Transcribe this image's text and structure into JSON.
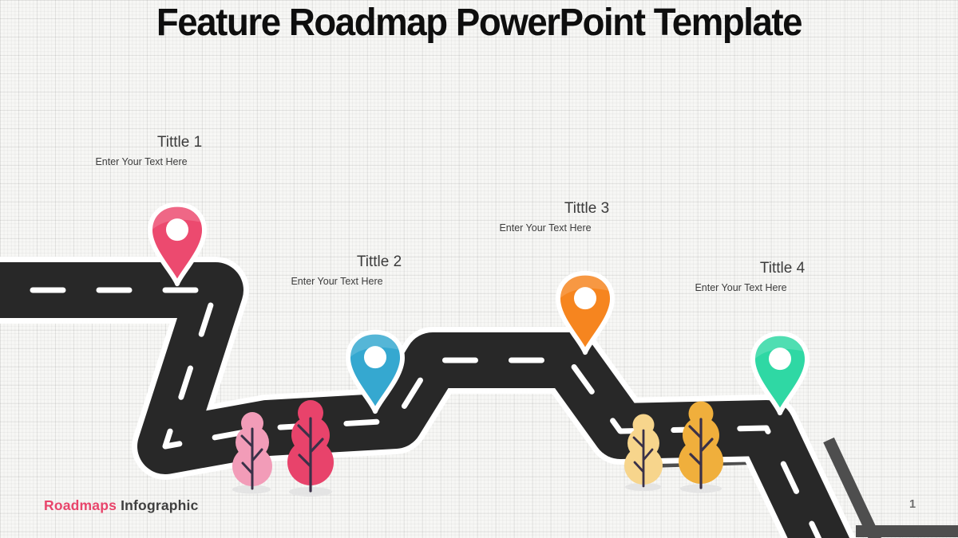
{
  "slide": {
    "title": "Feature Roadmap PowerPoint Template",
    "page_number": "1"
  },
  "brand": {
    "name_primary": "Roadmaps",
    "name_secondary": "Infographic",
    "primary_color": "#E8456B",
    "secondary_color": "#3F3F3F"
  },
  "milestones": [
    {
      "label": "Tittle 1",
      "description": "Enter Your Text Here",
      "pin_color": "#EC4A6F",
      "pin_icon": "location-pin"
    },
    {
      "label": "Tittle 2",
      "description": "Enter Your Text Here",
      "pin_color": "#35A8D0",
      "pin_icon": "location-pin"
    },
    {
      "label": "Tittle 3",
      "description": "Enter Your Text Here",
      "pin_color": "#F6851F",
      "pin_icon": "location-pin"
    },
    {
      "label": "Tittle 4",
      "description": "Enter Your Text Here",
      "pin_color": "#2FD8A4",
      "pin_icon": "location-pin"
    }
  ],
  "road": {
    "surface_color": "#282828",
    "casing_color": "#FFFFFF",
    "dash_color": "#FFFFFF",
    "edge_color": "#4E4E4E"
  },
  "trees": [
    {
      "name": "pink-light-tree",
      "color": "#F29CB8"
    },
    {
      "name": "pink-dark-tree",
      "color": "#E8436B"
    },
    {
      "name": "yellow-light-tree",
      "color": "#F7D58C"
    },
    {
      "name": "yellow-dark-tree",
      "color": "#F0AF3C"
    }
  ]
}
